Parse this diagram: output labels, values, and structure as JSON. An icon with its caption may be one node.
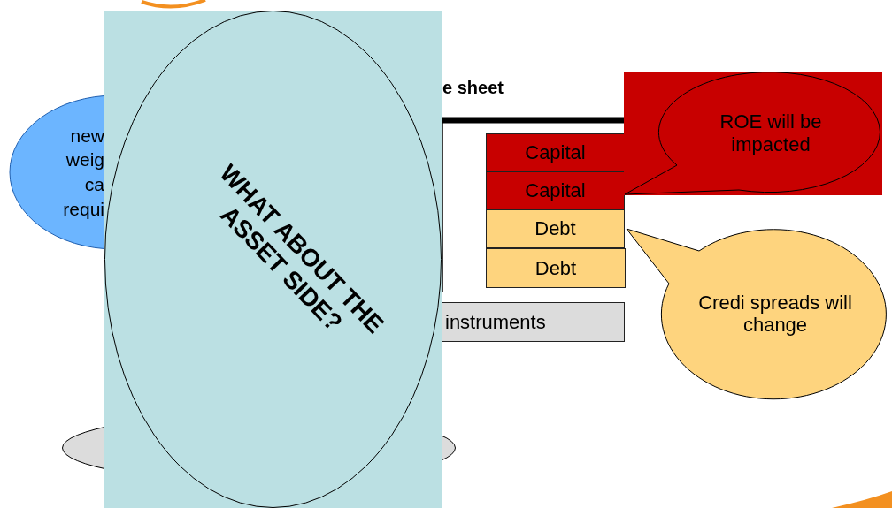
{
  "diagram": {
    "nodes": [
      {
        "text": [
          "new weig ca requi"
        ]
      },
      {
        "text": [],
        "shape": "ellipse"
      },
      {
        "text": [],
        "shape": "ellipse"
      },
      {
        "text": [
          "instruments"
        ]
      },
      {
        "text": [
          "Capital"
        ]
      },
      {
        "text": [
          "Capital"
        ]
      },
      {
        "text": [
          "Debt"
        ]
      },
      {
        "text": [
          "Debt"
        ]
      },
      {
        "text": [],
        "shape": "box"
      },
      {
        "text": [
          "ROE will be impacted"
        ],
        "in": 8
      },
      {
        "text": [
          "Credi spreads will change"
        ]
      },
      {
        "text": [],
        "shape": "box"
      },
      {
        "text": [
          "WHAT ABOUT THE ASSET SIDE?"
        ],
        "in": 11
      }
    ],
    "labels": [
      "e sheet"
    ]
  }
}
